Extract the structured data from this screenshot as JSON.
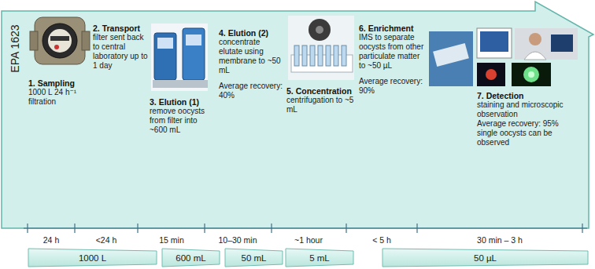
{
  "diagram": {
    "nodes": [
      {
        "text": [
          "EPA 1623"
        ]
      },
      {
        "text": [
          "1000 L"
        ]
      },
      {
        "text": [
          "600 mL"
        ]
      },
      {
        "text": [
          "50 mL"
        ]
      },
      {
        "text": [
          "5 mL"
        ]
      },
      {
        "text": [
          "50 µL"
        ]
      }
    ],
    "labels": [
      "1. Sampling",
      "1000 L 24 h⁻¹ filtration",
      "2. Transport",
      "filter sent back to central laboratory up to 1 day",
      "3. Elution (1)",
      "remove oocysts from filter into ~600 mL",
      "4. Elution (2)",
      "concentrate elutate using membrane to ~50 mL",
      "Average recovery: 40%",
      "5. Concentration",
      "centrifugation to ~5 mL",
      "6. Enrichment",
      "IMS to separate oocysts from other particulate matter to ~50 µL",
      "Average recovery: 90%",
      "7. Detection",
      "staining and microscopic observation",
      "Average recovery: 95%",
      "single oocysts can be observed",
      "24 h",
      "<24 h",
      "15 min",
      "10–30 min",
      "~1 hour",
      "< 5 h",
      "30 min – 3 h"
    ]
  }
}
